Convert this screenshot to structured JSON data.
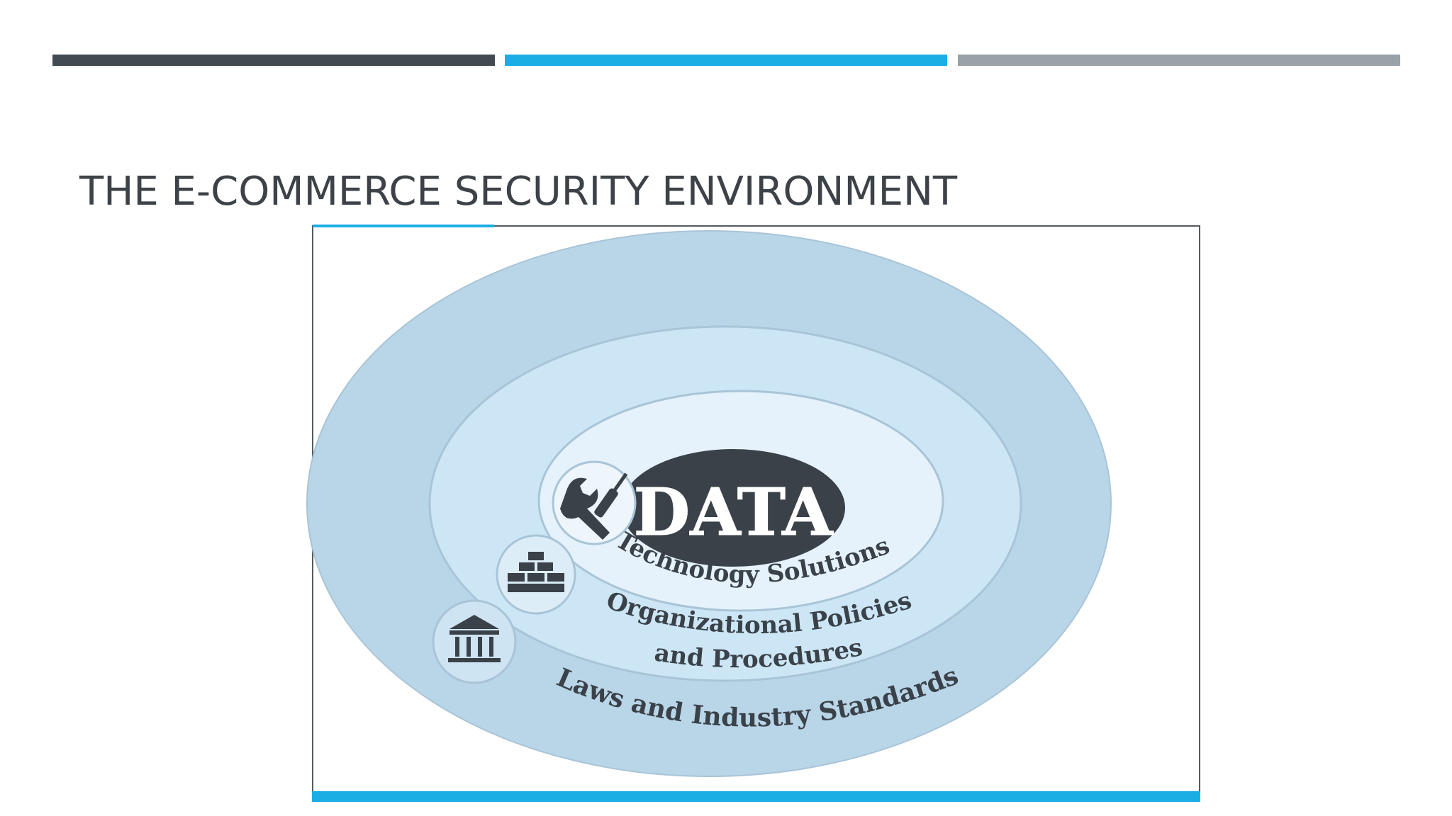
{
  "slide": {
    "title": "THE E-COMMERCE SECURITY ENVIRONMENT",
    "accent_colors": {
      "bar_dark": "#434b52",
      "bar_blue": "#1aaee5",
      "bar_gray": "#98a2a8"
    }
  },
  "diagram": {
    "center_label": "DATA",
    "layers": [
      {
        "label": "Technology Solutions",
        "icon": "wrench-screwdriver-icon"
      },
      {
        "label_line1": "Organizational Policies",
        "label_line2": "and Procedures",
        "icon": "bricks-icon"
      },
      {
        "label": "Laws and Industry Standards",
        "icon": "courthouse-icon"
      }
    ],
    "colors": {
      "outer_ring": "#b9d5e8",
      "middle_ring": "#cce4f3",
      "inner_ring": "#e3f1fa",
      "data_oval": "#3a4148",
      "text": "#3a4148"
    }
  }
}
